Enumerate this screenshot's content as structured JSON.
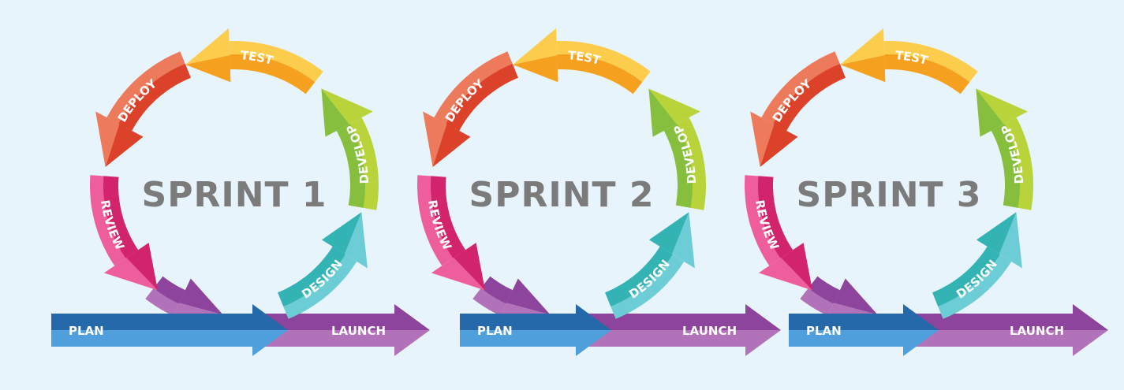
{
  "sprints": [
    {
      "title": "SPRINT 1"
    },
    {
      "title": "SPRINT 2"
    },
    {
      "title": "SPRINT 3"
    }
  ],
  "stages": {
    "design": "DESIGN",
    "develop": "DEVELOP",
    "test": "TEST",
    "deploy": "DEPLOY",
    "review": "REVIEW",
    "plan": "PLAN",
    "launch": "LAUNCH"
  },
  "colors": {
    "background": "#e8f4fb",
    "design": [
      "#6dcdd6",
      "#33b3b3"
    ],
    "develop": [
      "#b8d43a",
      "#86bf3e"
    ],
    "test": [
      "#fccd4d",
      "#f5a01e"
    ],
    "deploy": [
      "#ee7a5c",
      "#dc4129"
    ],
    "review": [
      "#ef5e9c",
      "#d2246c"
    ],
    "plan": [
      "#4f9fdc",
      "#2669ab"
    ],
    "launch": [
      "#b272b9",
      "#8c449d"
    ],
    "title": "#7b7b7b"
  }
}
